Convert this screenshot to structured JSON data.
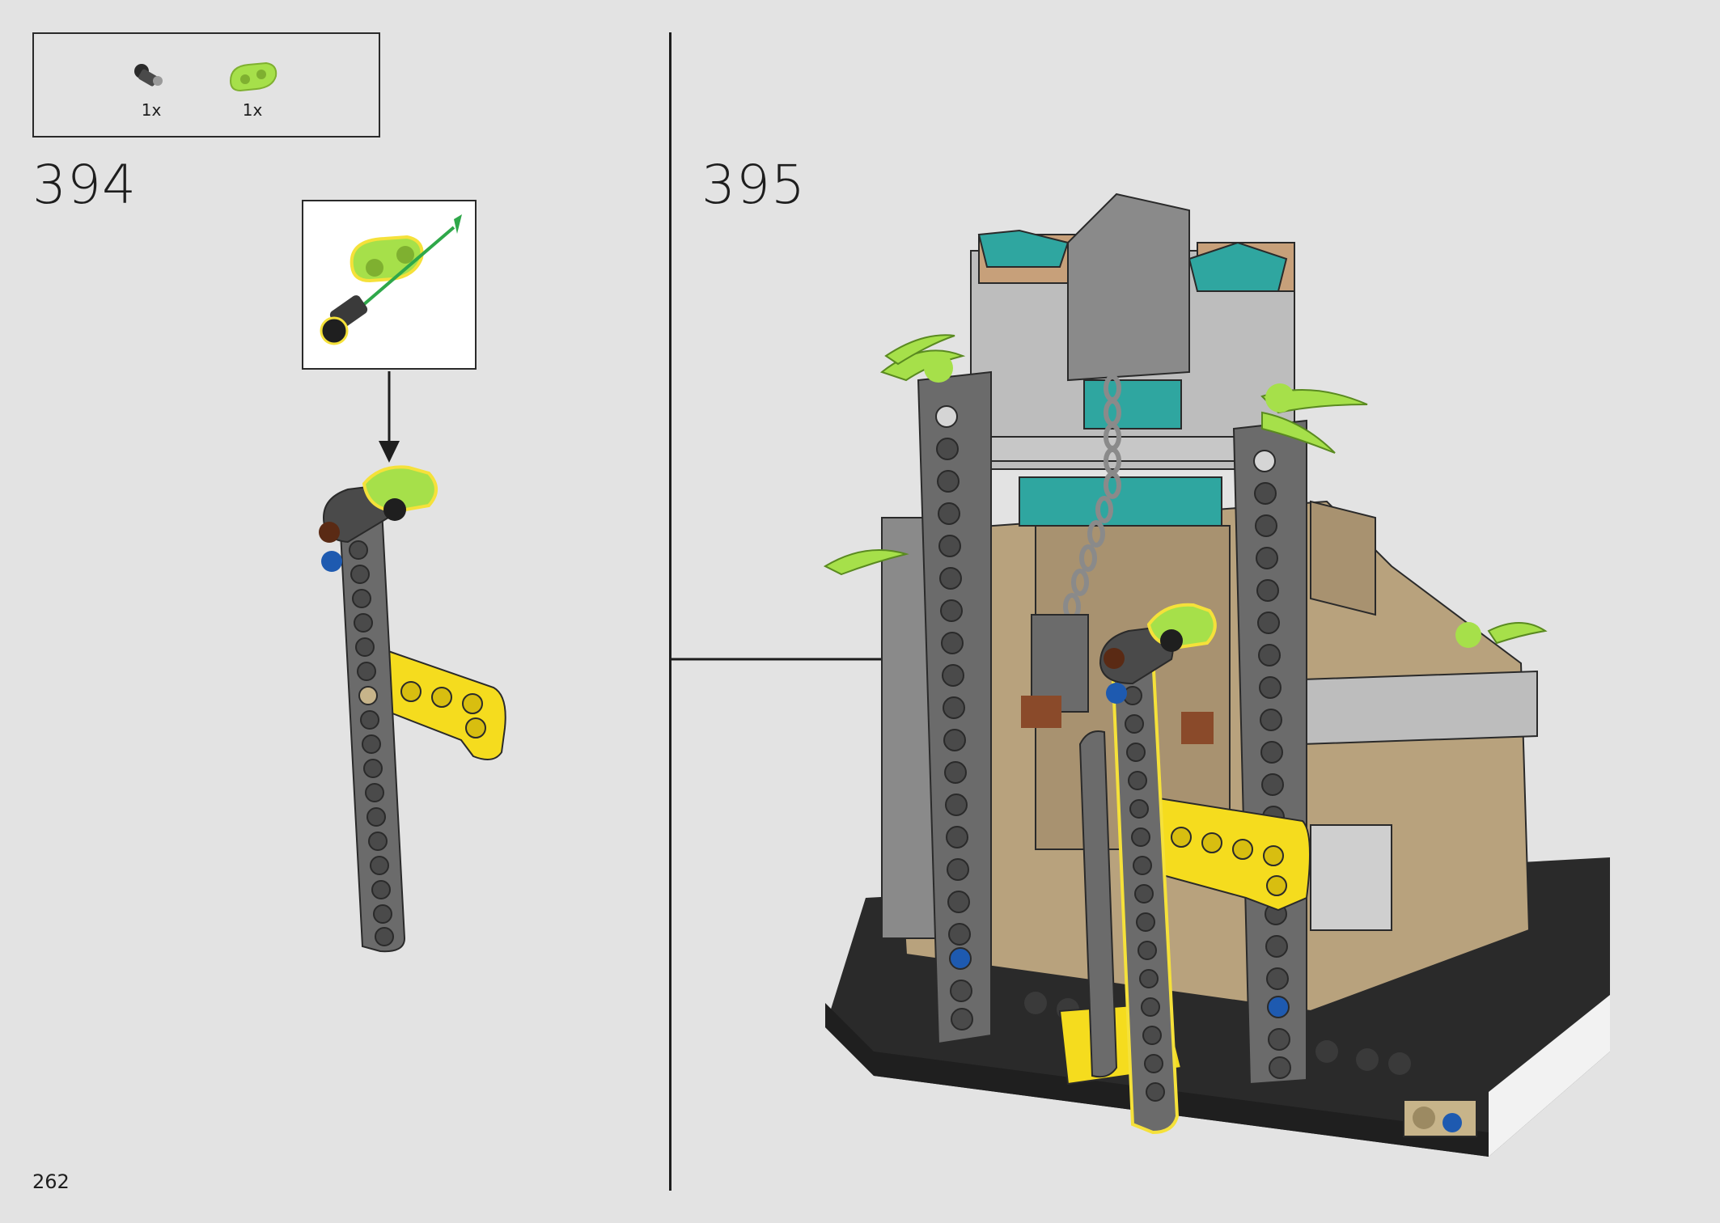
{
  "page_number": "262",
  "steps": [
    {
      "number": "394"
    },
    {
      "number": "395"
    }
  ],
  "parts_list": [
    {
      "icon": "connector-pin-icon",
      "color": "#3a3a3a",
      "quantity": "1x"
    },
    {
      "icon": "liftarm-2-icon",
      "color": "#a6e04a",
      "quantity": "1x"
    }
  ],
  "colors": {
    "lime": "#a6e04a",
    "yellow": "#f5dc1e",
    "dark_gray": "#6b6b6b",
    "tan": "#b8a27d",
    "teal": "#2fa6a0",
    "black": "#1f1f1f",
    "background": "#e3e3e3"
  }
}
